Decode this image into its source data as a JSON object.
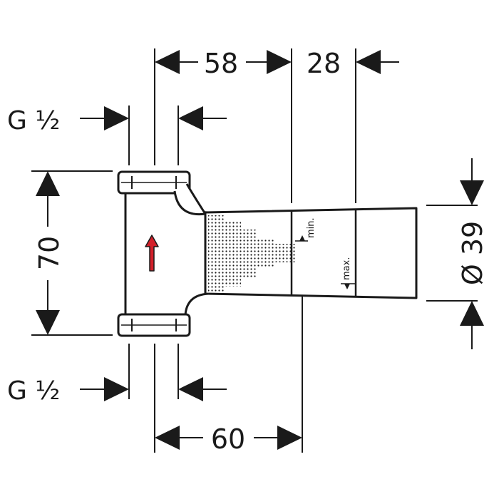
{
  "drawing": {
    "dimensions": {
      "top_left": "58",
      "top_right": "28",
      "bottom": "60",
      "height": "70",
      "diameter": "Ø 39"
    },
    "threads": {
      "top": "G ½",
      "bottom": "G ½"
    },
    "labels": {
      "min": "min.",
      "max": "max."
    },
    "colors": {
      "line": "#1a1a1a",
      "flow_arrow": "#d2202a"
    }
  }
}
